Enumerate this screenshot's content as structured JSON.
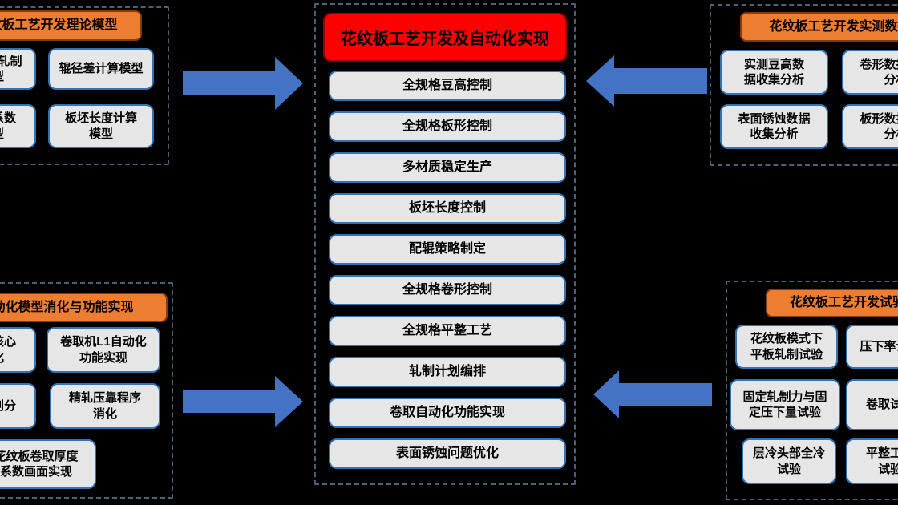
{
  "slide": {
    "background": "#000000"
  },
  "colors": {
    "arrow_blue": "#4472C4",
    "box_fill": "#E7E6E6",
    "box_border": "#2E75B6",
    "header_orange": "#ED7D31",
    "header_red": "#FF0000",
    "dashed_frame": "#4E5F7A",
    "text": "#000000"
  },
  "center": {
    "title": "花纹板工艺开发及自动化实现",
    "items": [
      "全规格豆高控制",
      "全规格板形控制",
      "多材质稳定生产",
      "板坯长度控制",
      "配辊策略制定",
      "全规格卷形控制",
      "全规格平整工艺",
      "轧制计划编排",
      "卷取自动化功能实现",
      "表面锈蚀问题优化"
    ]
  },
  "top_left": {
    "title": "花纹板工艺开发理论模型",
    "items": [
      "花纹板轧制\n模型",
      "辊径差计算模型",
      "宽展系数\n模型",
      "板坯长度计算\n模型"
    ]
  },
  "top_right": {
    "title": "花纹板工艺开发实测数据",
    "items": [
      "实测豆高数\n据收集分析",
      "卷形数据收集\n分析",
      "表面锈蚀数据\n收集分析",
      "板形数据收集\n分析"
    ]
  },
  "bottom_left": {
    "title": "自动化模型消化与功能实现",
    "items": [
      "模型核心\n消化",
      "卷取机L1自动化\n功能实现",
      "负荷划分",
      "精轧压靠程序\n消化",
      "花纹板卷取厚度\n系数画面实现"
    ]
  },
  "bottom_right": {
    "title": "花纹板工艺开发试验",
    "items": [
      "花纹板模式下\n平板轧制试验",
      "压下率试验",
      "固定轧制力与固\n定压下量试验",
      "卷取试验",
      "层冷头部全冷\n试验",
      "平整工艺\n试验"
    ]
  }
}
